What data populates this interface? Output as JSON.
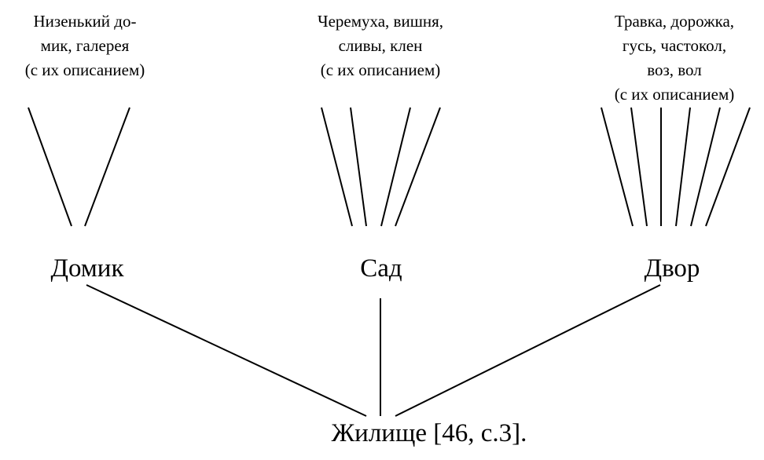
{
  "diagram": {
    "branches": [
      {
        "label": "Домик",
        "details": [
          "Низенький до-",
          "мик, галерея",
          "(с их описанием)"
        ]
      },
      {
        "label": "Сад",
        "details": [
          "Черемуха, вишня,",
          "сливы, клен",
          "(с их описанием)"
        ]
      },
      {
        "label": "Двор",
        "details": [
          "Травка, дорожка,",
          "гусь, частокол,",
          "воз, вол",
          "(с их описанием)"
        ]
      }
    ],
    "root": "Жилище [46, с.3]."
  }
}
